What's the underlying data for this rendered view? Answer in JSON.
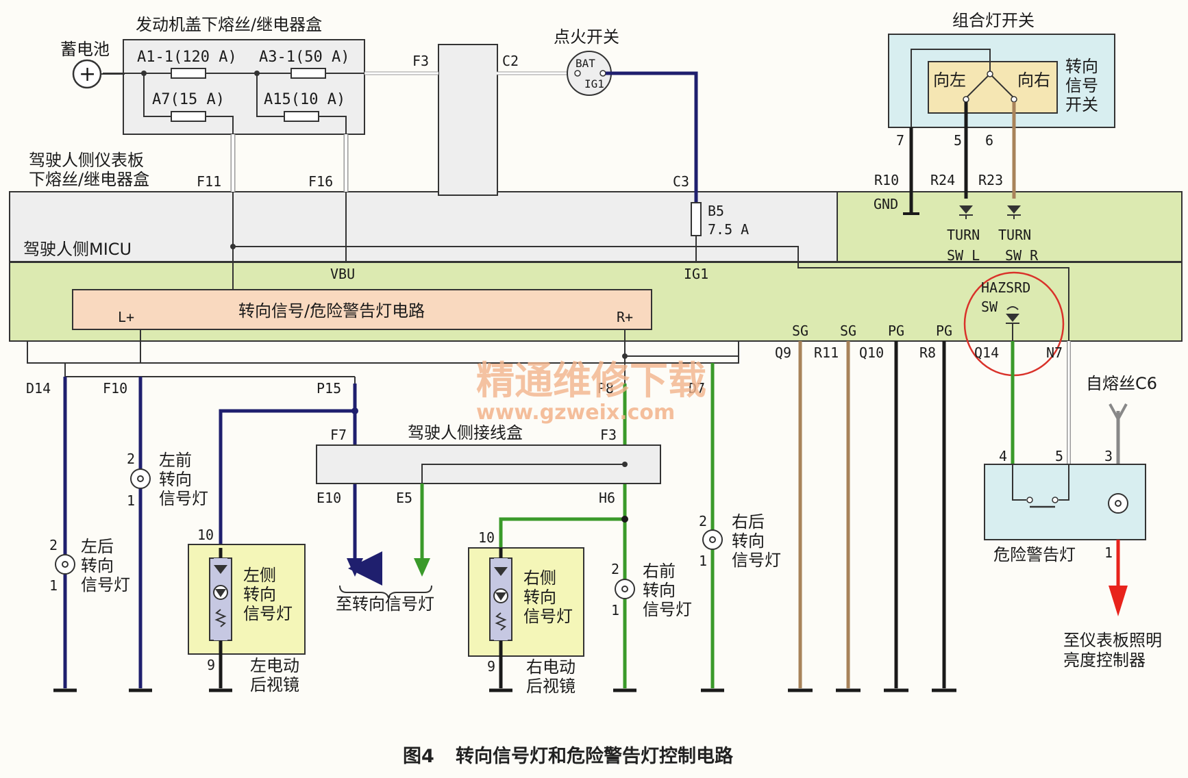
{
  "labels": {
    "fuse_box_top": "发动机盖下熔丝/继电器盒",
    "battery": "蓄电池",
    "fuse_a1": "A1-1(120 A)",
    "fuse_a3": "A3-1(50 A)",
    "fuse_a7": "A7(15 A)",
    "fuse_a15": "A15(10 A)",
    "ignition": "点火开关",
    "bat": "BAT",
    "ig1_sw": "IG1",
    "combo_switch": "组合灯开关",
    "turn_switch_l1": "转向",
    "turn_switch_l2": "信号",
    "turn_switch_l3": "开关",
    "left_dir": "向左",
    "right_dir": "向右",
    "dash_box_l1": "驾驶人侧仪表板",
    "dash_box_l2": "下熔丝/继电器盒",
    "micu": "驾驶人侧MICU",
    "gnd": "GND",
    "turn": "TURN",
    "sw_l": "SW L",
    "sw_r": "SW R",
    "b5": "B5",
    "b5_rating": "7.5 A",
    "vbu": "VBU",
    "ig1": "IG1",
    "hazsrd": "HAZSRD",
    "sw": "SW",
    "circuit": "转向信号/危险警告灯电路",
    "l_plus": "L+",
    "r_plus": "R+",
    "sg": "SG",
    "pg": "PG",
    "junction_box": "驾驶人侧接线盒",
    "to_turn_lamps": "至转向信号灯",
    "from_fuse": "自熔丝C6",
    "lf_lamp": [
      "左前",
      "转向",
      "信号灯"
    ],
    "lr_lamp": [
      "左后",
      "转向",
      "信号灯"
    ],
    "rf_lamp": [
      "右前",
      "转向",
      "信号灯"
    ],
    "rr_lamp": [
      "右后",
      "转向",
      "信号灯"
    ],
    "l_side_lamp": [
      "左侧",
      "转向",
      "信号灯"
    ],
    "r_side_lamp": [
      "右侧",
      "转向",
      "信号灯"
    ],
    "l_mirror": [
      "左电动",
      "后视镜"
    ],
    "r_mirror": [
      "右电动",
      "后视镜"
    ],
    "hazard_lamp": "危险警告灯",
    "to_dimmer": [
      "至仪表板照明",
      "亮度控制器"
    ]
  },
  "pins": {
    "F3": "F3",
    "C2": "C2",
    "C3": "C3",
    "F11": "F11",
    "F16": "F16",
    "R10": "R10",
    "R24": "R24",
    "R23": "R23",
    "n7": "7",
    "n5": "5",
    "n6": "6",
    "Q9": "Q9",
    "R11": "R11",
    "Q10": "Q10",
    "R8": "R8",
    "Q14": "Q14",
    "N7": "N7",
    "D14": "D14",
    "F10": "F10",
    "P15": "P15",
    "P8": "P8",
    "D7": "D7",
    "F7": "F7",
    "F3b": "F3",
    "E10": "E10",
    "E5": "E5",
    "H6": "H6",
    "n1": "1",
    "n2": "2",
    "n3": "3",
    "n4": "4",
    "n9": "9",
    "n10": "10"
  },
  "watermark": {
    "cn": "精通维修下载",
    "url": "www.gzweix.com"
  },
  "caption": {
    "fig": "图4",
    "title": "转向信号灯和危险警告灯控制电路"
  },
  "colors": {
    "micu_fill": "#dceab1",
    "switch_fill": "#d8eef0",
    "inner_switch_fill": "#f5e6b3",
    "circuit_fill": "#f9d9bf",
    "mirror_fill": "#f4f6b8",
    "hazard_fill": "#d8eef0",
    "wire_navy": "#1f1f6e",
    "wire_green": "#3a9a2a",
    "wire_brown": "#a8835a",
    "wire_black": "#1a1a1a",
    "arrow_red": "#e8231c",
    "circle_red": "#d9322a"
  }
}
